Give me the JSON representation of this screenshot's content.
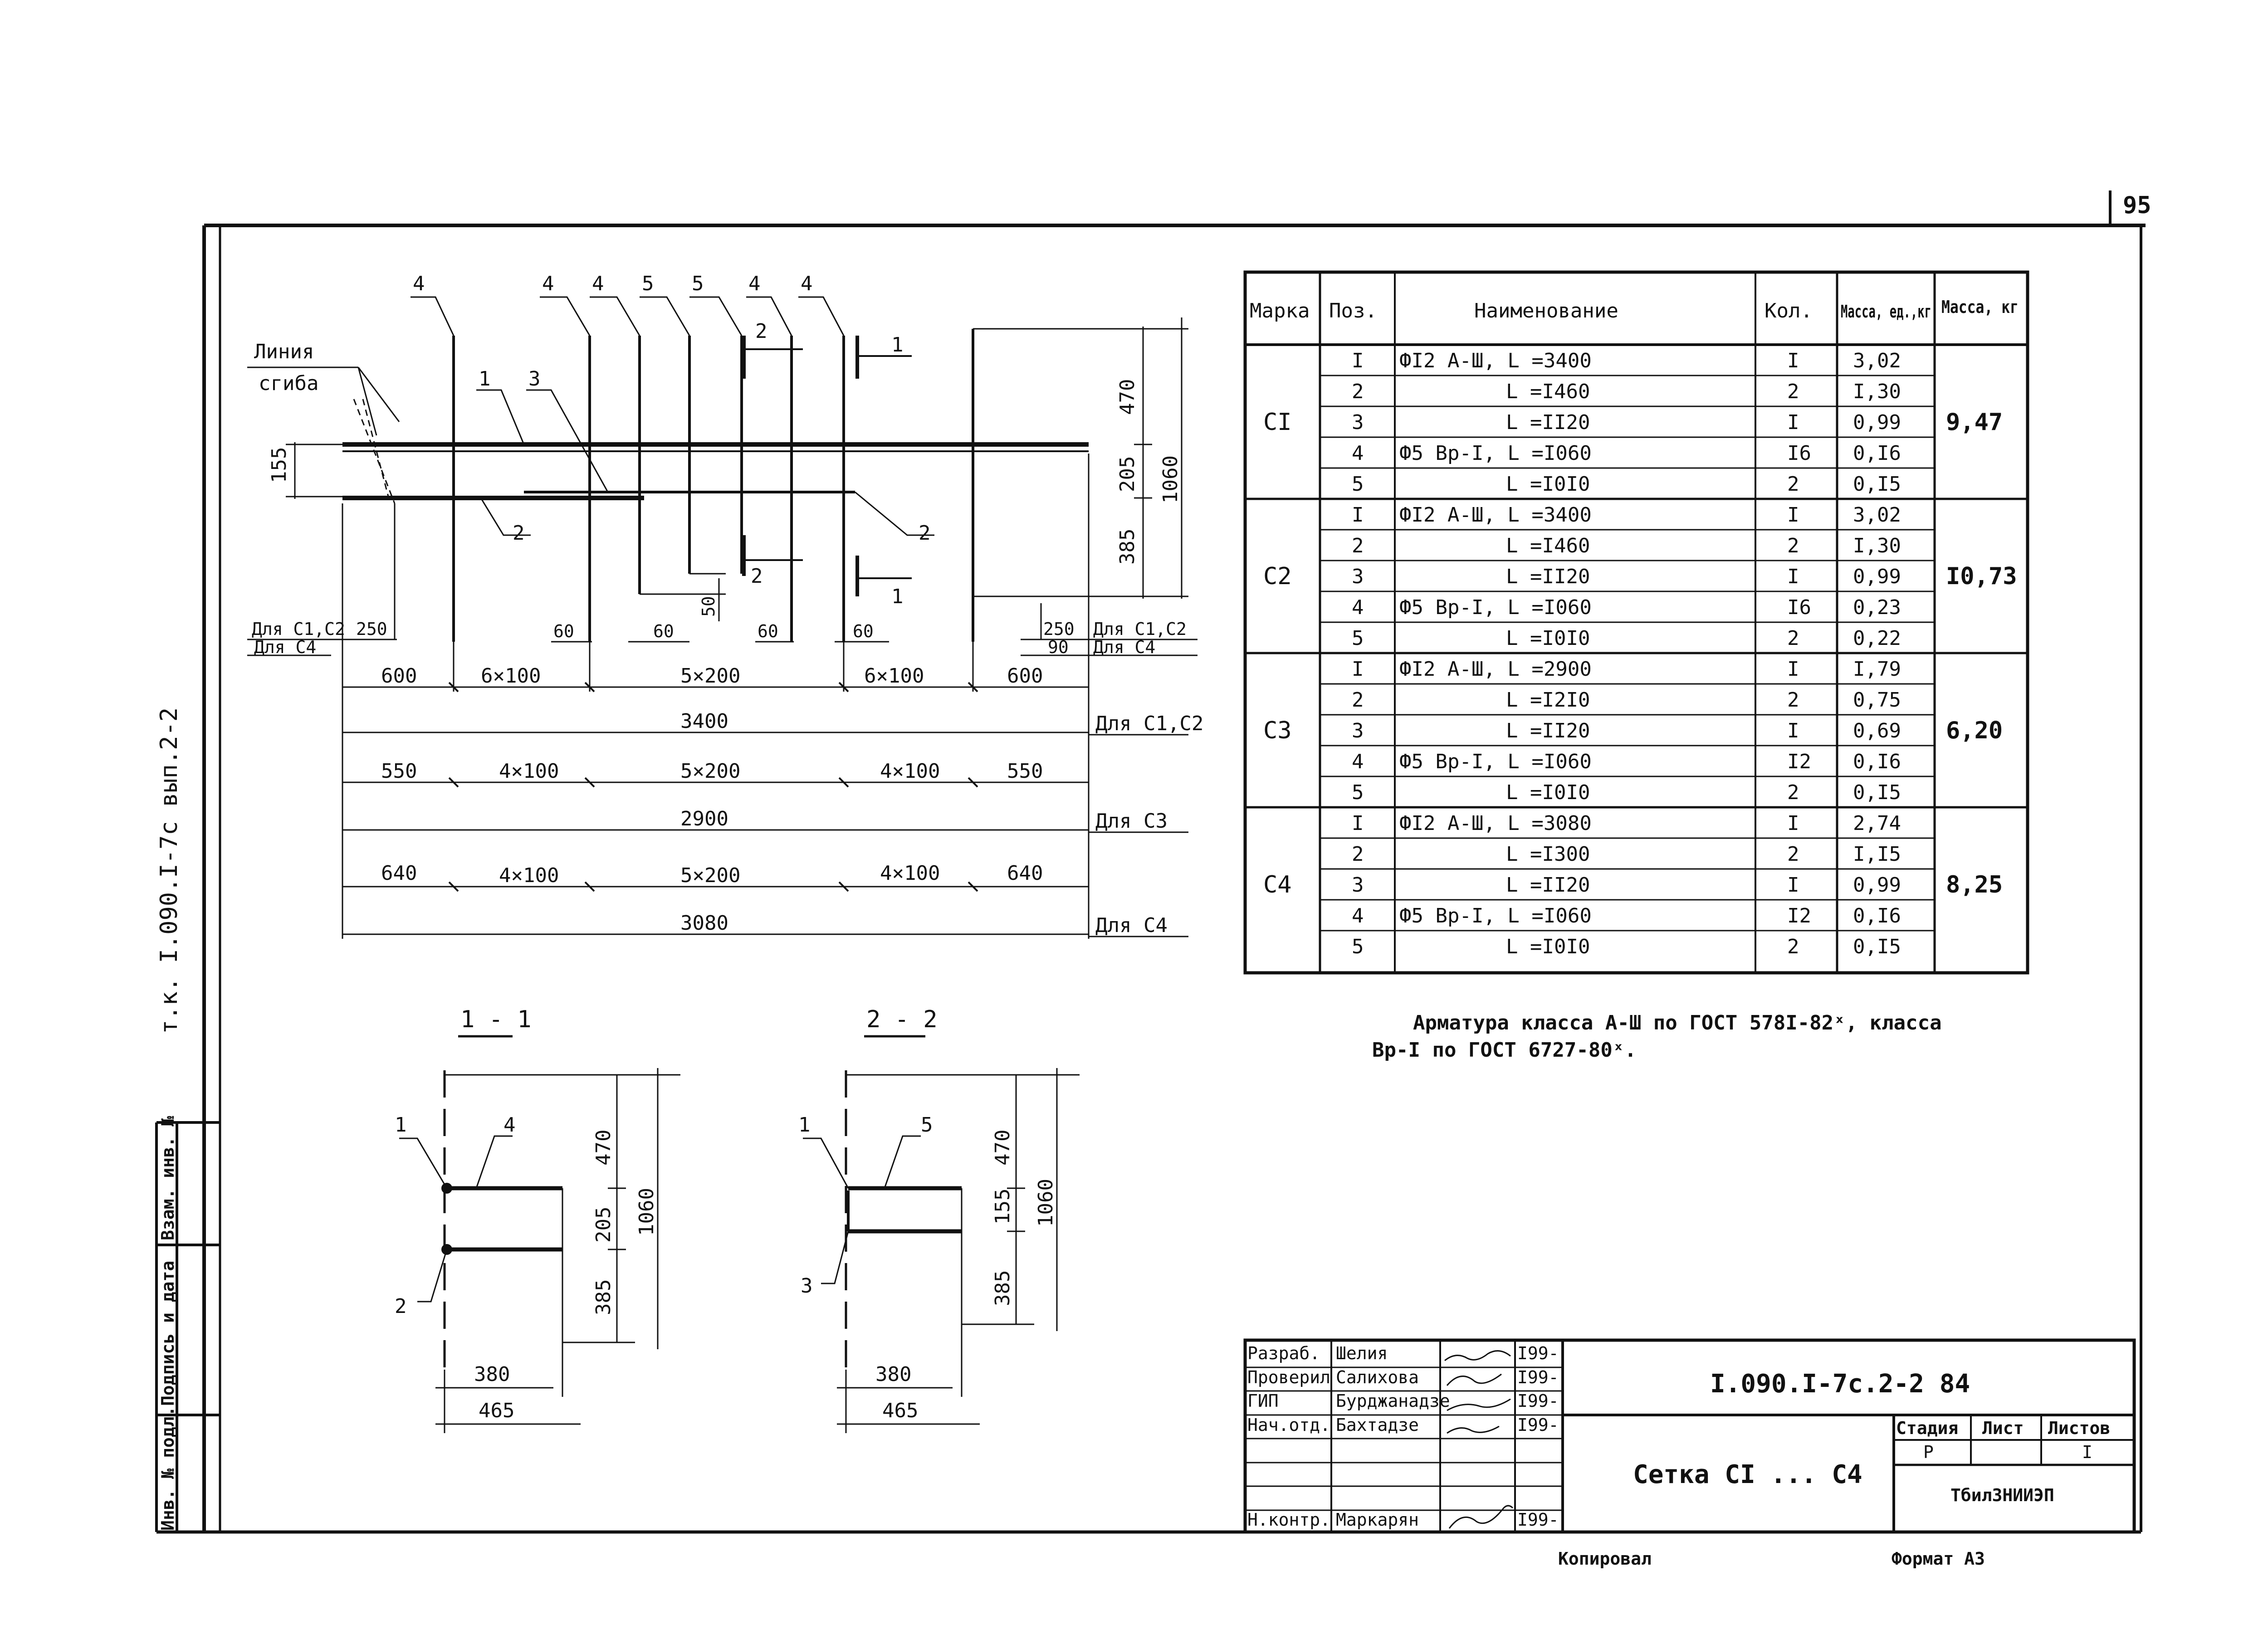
{
  "page_number": "95",
  "side_code": "т.к. I.090.I-7с вып.2-2",
  "side_stamp": {
    "inv_replace": "Взам. инв. №",
    "sign_date": "Подпись и дата",
    "inv_orig": "Инв. № подл."
  },
  "plan": {
    "bend_line_1": "Линия",
    "bend_line_2": "сгиба",
    "pos_labels": [
      "4",
      "4",
      "4",
      "5",
      "5",
      "4",
      "4",
      "1",
      "3",
      "2",
      "2"
    ],
    "cut_marks": [
      "2",
      "1",
      "2",
      "1"
    ],
    "vert_dims": [
      "470",
      "205",
      "385",
      "1060",
      "155",
      "50"
    ],
    "left_end": [
      "Для С1,С2",
      "250",
      "Для С4"
    ],
    "right_end": [
      "250",
      "Для С1,С2",
      "90",
      "Для С4"
    ],
    "small_60": [
      "60",
      "60",
      "60",
      "60"
    ],
    "row1": [
      "600",
      "6×100",
      "5×200",
      "6×100",
      "600"
    ],
    "row1_total": "3400",
    "row1_for": "Для С1,С2",
    "row2": [
      "550",
      "4×100",
      "5×200",
      "4×100",
      "550"
    ],
    "row2_total": "2900",
    "row2_for": "Для С3",
    "row3": [
      "640",
      "4×100",
      "5×200",
      "4×100",
      "640"
    ],
    "row3_total": "3080",
    "row3_for": "Для С4"
  },
  "sections": {
    "s1_title": "1 - 1",
    "s1_labels": [
      "1",
      "4",
      "2"
    ],
    "s1_dims": [
      "470",
      "205",
      "385",
      "1060",
      "380",
      "465"
    ],
    "s2_title": "2 - 2",
    "s2_labels": [
      "1",
      "5",
      "3"
    ],
    "s2_dims": [
      "470",
      "155",
      "385",
      "1060",
      "380",
      "465"
    ]
  },
  "spec_table": {
    "headers": [
      "Марка",
      "Поз.",
      "Наименование",
      "Кол.",
      "Масса, ед.,кг",
      "Масса, кг"
    ],
    "groups": [
      {
        "mark": "СI",
        "mass": "9,47",
        "rows": [
          [
            "I",
            "ФI2 А-Ш, L =3400",
            "I",
            "3,02"
          ],
          [
            "2",
            "L =I460",
            "2",
            "I,30"
          ],
          [
            "3",
            "L =II20",
            "I",
            "0,99"
          ],
          [
            "4",
            "Ф5 Вр-I, L =I060",
            "I6",
            "0,I6"
          ],
          [
            "5",
            "L =I0I0",
            "2",
            "0,I5"
          ]
        ]
      },
      {
        "mark": "С2",
        "mass": "I0,73",
        "rows": [
          [
            "I",
            "ФI2 А-Ш, L =3400",
            "I",
            "3,02"
          ],
          [
            "2",
            "L =I460",
            "2",
            "I,30"
          ],
          [
            "3",
            "L =II20",
            "I",
            "0,99"
          ],
          [
            "4",
            "Ф5 Вр-I, L =I060",
            "I6",
            "0,23"
          ],
          [
            "5",
            "L =I0I0",
            "2",
            "0,22"
          ]
        ]
      },
      {
        "mark": "С3",
        "mass": "6,20",
        "rows": [
          [
            "I",
            "ФI2 А-Ш, L =2900",
            "I",
            "I,79"
          ],
          [
            "2",
            "L =I2I0",
            "2",
            "0,75"
          ],
          [
            "3",
            "L =II20",
            "I",
            "0,69"
          ],
          [
            "4",
            "Ф5 Вр-I, L =I060",
            "I2",
            "0,I6"
          ],
          [
            "5",
            "L =I0I0",
            "2",
            "0,I5"
          ]
        ]
      },
      {
        "mark": "С4",
        "mass": "8,25",
        "rows": [
          [
            "I",
            "ФI2 А-Ш, L =3080",
            "I",
            "2,74"
          ],
          [
            "2",
            "L =I300",
            "2",
            "I,I5"
          ],
          [
            "3",
            "L =II20",
            "I",
            "0,99"
          ],
          [
            "4",
            "Ф5 Вр-I, L =I060",
            "I2",
            "0,I6"
          ],
          [
            "5",
            "L =I0I0",
            "2",
            "0,I5"
          ]
        ]
      }
    ]
  },
  "note_line1": "Арматура класса А-Ш по ГОСТ 578I-82ˣ, класса",
  "note_line2": "Вр-I по ГОСТ 6727-80ˣ.",
  "title_block": {
    "roles": [
      "Разраб.",
      "Проверил",
      "ГИП",
      "Нач.отд.",
      "",
      "",
      "Н.контр."
    ],
    "names": [
      "Шелия",
      "Салихова",
      "Бурджанадзе",
      "Бахтадзе",
      "",
      "",
      "Маркарян"
    ],
    "dates": [
      "I99-",
      "I99-",
      "I99-",
      "I99-",
      "",
      "",
      "I99-"
    ],
    "doc_code": "I.090.I-7с.2-2 84",
    "doc_title": "Сетка СI ... С4",
    "stage_headers": [
      "Стадия",
      "Лист",
      "Листов"
    ],
    "stage_values": [
      "Р",
      "",
      "I"
    ],
    "org": "ТбилЗНИИЭП"
  },
  "footer_copied": "Копировал",
  "footer_format": "Формат А3"
}
